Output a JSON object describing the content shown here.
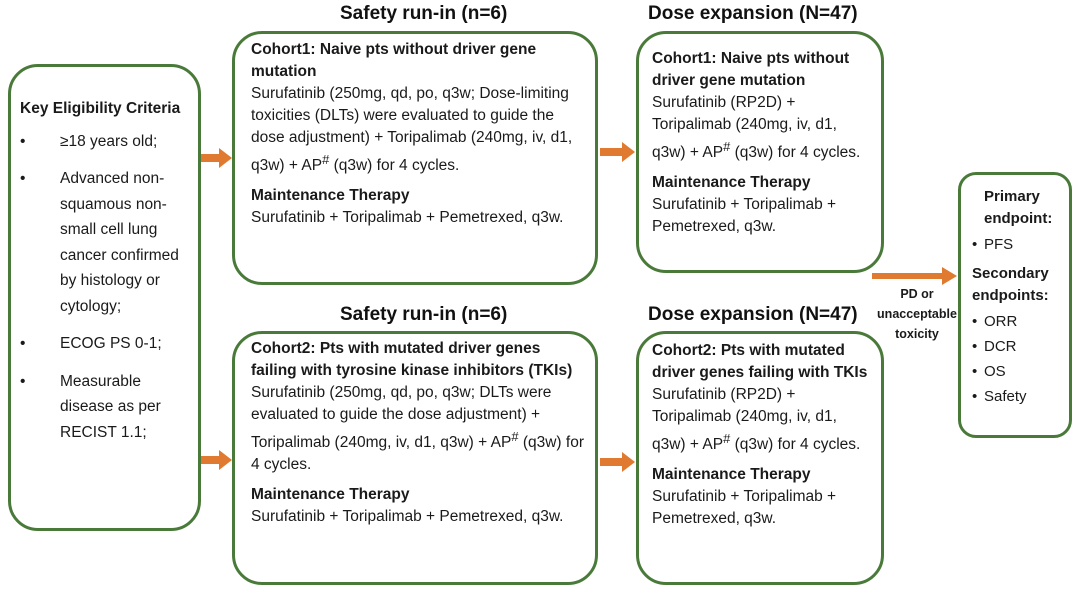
{
  "headers": {
    "safety_top": "Safety run-in (n=6)",
    "dose_top": "Dose expansion (N=47)",
    "safety_bottom": "Safety run-in (n=6)",
    "dose_bottom": "Dose expansion (N=47)"
  },
  "eligibility": {
    "title": "Key Eligibility Criteria",
    "items": [
      "≥18 years old;",
      "Advanced non-squamous non-small cell lung cancer confirmed by histology or cytology;",
      "ECOG PS 0-1;",
      "Measurable disease as per RECIST 1.1;"
    ]
  },
  "safety_cohort1": {
    "name": "Cohort1",
    "title": ": Naive pts without driver gene mutation",
    "body_pre": "Surufatinib (250mg, qd, po, q3w; Dose-limiting toxicities (DLTs) were evaluated to guide the dose adjustment) + Toripalimab (240mg, iv, d1, q3w) + AP",
    "sup": "#",
    "body_post": " (q3w) for 4 cycles.",
    "maint_label": "Maintenance Therapy",
    "maint_text": "Surufatinib + Toripalimab + Pemetrexed, q3w."
  },
  "safety_cohort2": {
    "title": "Cohort2: Pts with mutated driver genes failing with tyrosine kinase inhibitors (TKIs)",
    "body_pre": "Surufatinib (250mg, qd, po, q3w; DLTs were evaluated to guide the dose adjustment) + Toripalimab (240mg, iv, d1, q3w) + AP",
    "sup": "#",
    "body_post": " (q3w) for 4 cycles.",
    "maint_label": "Maintenance Therapy",
    "maint_text": "Surufatinib + Toripalimab + Pemetrexed, q3w."
  },
  "dose_cohort1": {
    "title": "Cohort1: Naive pts without driver gene mutation",
    "body_pre": "Surufatinib (RP2D) + Toripalimab (240mg, iv, d1, q3w) + AP",
    "sup": "#",
    "body_post": " (q3w) for 4 cycles.",
    "maint_label": "Maintenance Therapy",
    "maint_text": "Surufatinib + Toripalimab + Pemetrexed, q3w."
  },
  "dose_cohort2": {
    "name": "Cohort2",
    "title": ": Pts with mutated driver genes failing with TKIs",
    "body_pre": "Surufatinib (RP2D) + Toripalimab (240mg, iv, d1, q3w) + AP",
    "sup": "#",
    "body_post": " (q3w) for 4 cycles.",
    "maint_label": "Maintenance Therapy",
    "maint_text": "Surufatinib + Toripalimab + Pemetrexed, q3w."
  },
  "pd_label": "PD or unacceptable toxicity",
  "endpoints": {
    "primary_label": "Primary endpoint:",
    "primary": [
      "PFS"
    ],
    "secondary_label": "Secondary endpoints:",
    "secondary": [
      "ORR",
      "DCR",
      "OS",
      "Safety"
    ]
  },
  "colors": {
    "box_border": "#4a7a3a",
    "arrow": "#e07a30"
  }
}
